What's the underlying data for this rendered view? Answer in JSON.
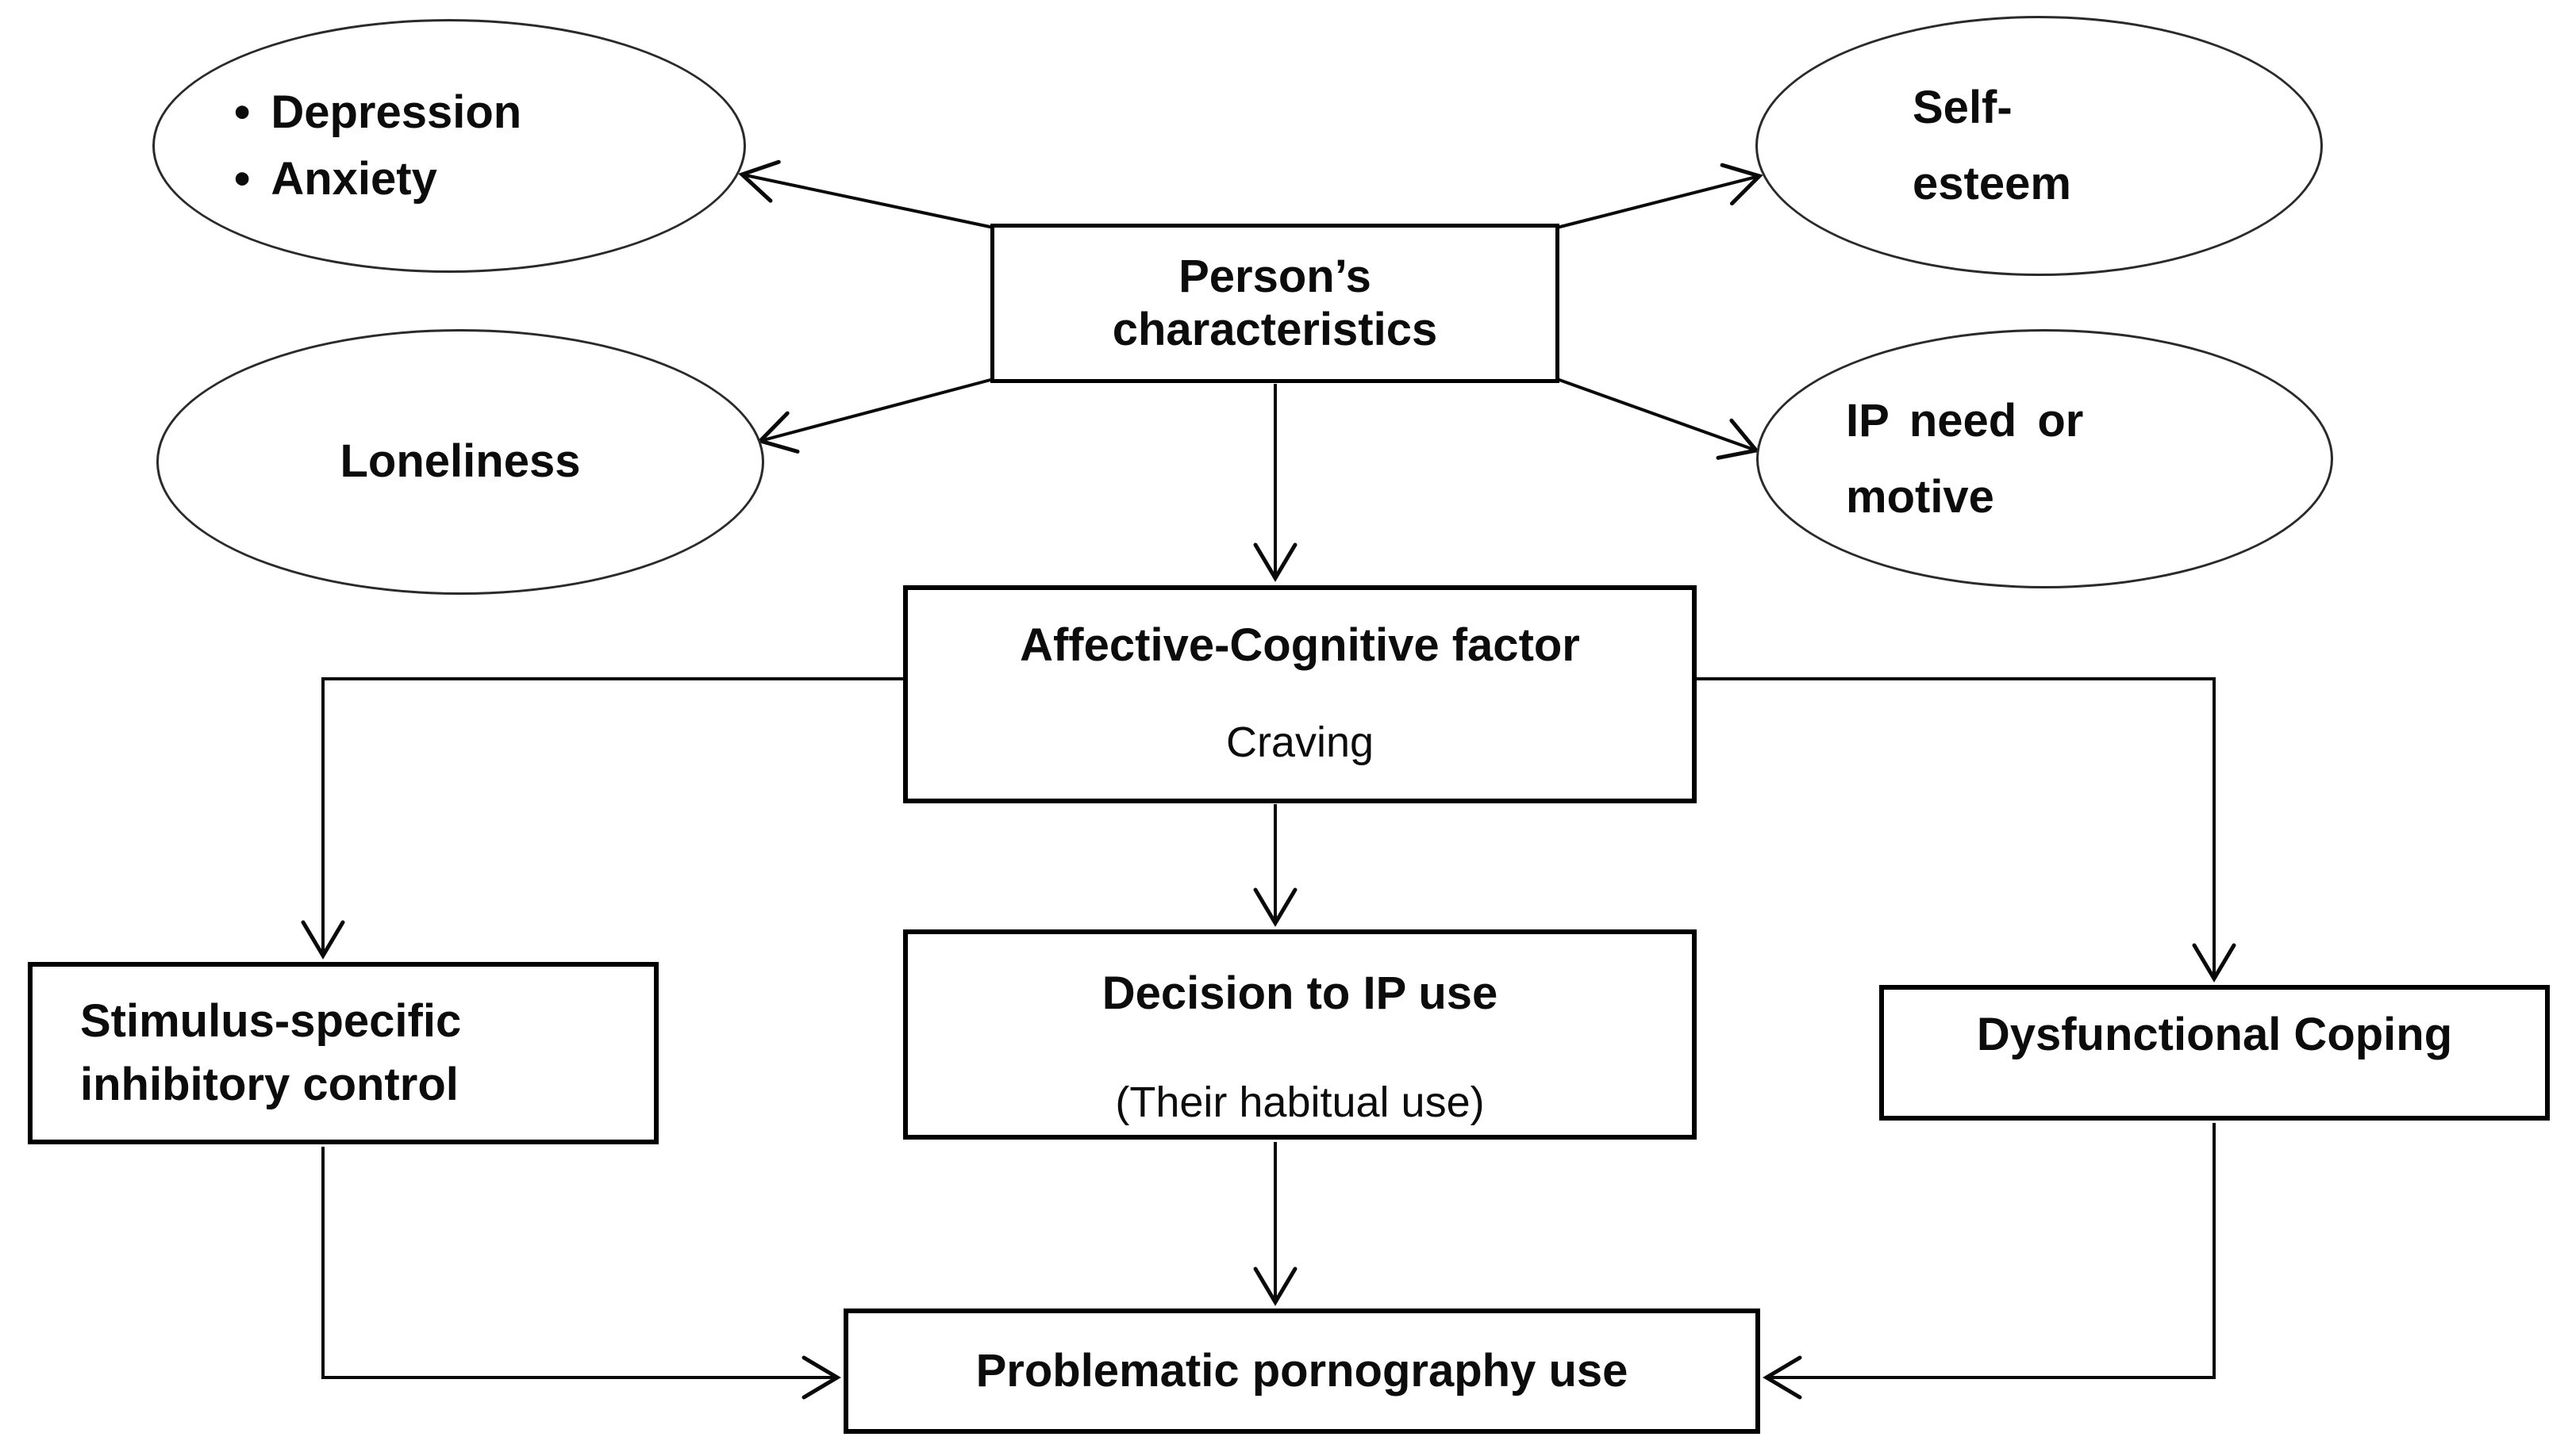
{
  "nodes": {
    "depression_anxiety": {
      "shape": "ellipse",
      "bullet": "•",
      "items": [
        "Depression",
        "Anxiety"
      ]
    },
    "loneliness": {
      "shape": "ellipse",
      "label": "Loneliness"
    },
    "self_esteem": {
      "shape": "ellipse",
      "lines": [
        "Self-",
        "esteem"
      ]
    },
    "ip_need_motive": {
      "shape": "ellipse",
      "lines": [
        "IP need or",
        "motive"
      ]
    },
    "person_characteristics": {
      "shape": "rect",
      "lines": [
        "Person’s",
        "characteristics"
      ]
    },
    "affective_cognitive": {
      "shape": "rect",
      "title": "Affective-Cognitive factor",
      "subtitle": "Craving"
    },
    "stimulus_inhibitory": {
      "shape": "rect",
      "lines": [
        "Stimulus-specific",
        "inhibitory control"
      ]
    },
    "decision_ip_use": {
      "shape": "rect",
      "title": "Decision to IP use",
      "subtitle": "(Their habitual use)"
    },
    "dysfunctional_coping": {
      "shape": "rect",
      "label": "Dysfunctional Coping"
    },
    "problematic_pornography_use": {
      "shape": "rect",
      "label": "Problematic pornography use"
    }
  },
  "edges": [
    {
      "from": "person_characteristics",
      "to": "depression_anxiety"
    },
    {
      "from": "person_characteristics",
      "to": "loneliness"
    },
    {
      "from": "person_characteristics",
      "to": "self_esteem"
    },
    {
      "from": "person_characteristics",
      "to": "ip_need_motive"
    },
    {
      "from": "person_characteristics",
      "to": "affective_cognitive"
    },
    {
      "from": "affective_cognitive",
      "to": "stimulus_inhibitory"
    },
    {
      "from": "affective_cognitive",
      "to": "decision_ip_use"
    },
    {
      "from": "affective_cognitive",
      "to": "dysfunctional_coping"
    },
    {
      "from": "stimulus_inhibitory",
      "to": "problematic_pornography_use"
    },
    {
      "from": "decision_ip_use",
      "to": "problematic_pornography_use"
    },
    {
      "from": "dysfunctional_coping",
      "to": "problematic_pornography_use"
    }
  ],
  "colors": {
    "background": "#ffffff",
    "stroke": "#000000",
    "text": "#0c0c0c"
  }
}
